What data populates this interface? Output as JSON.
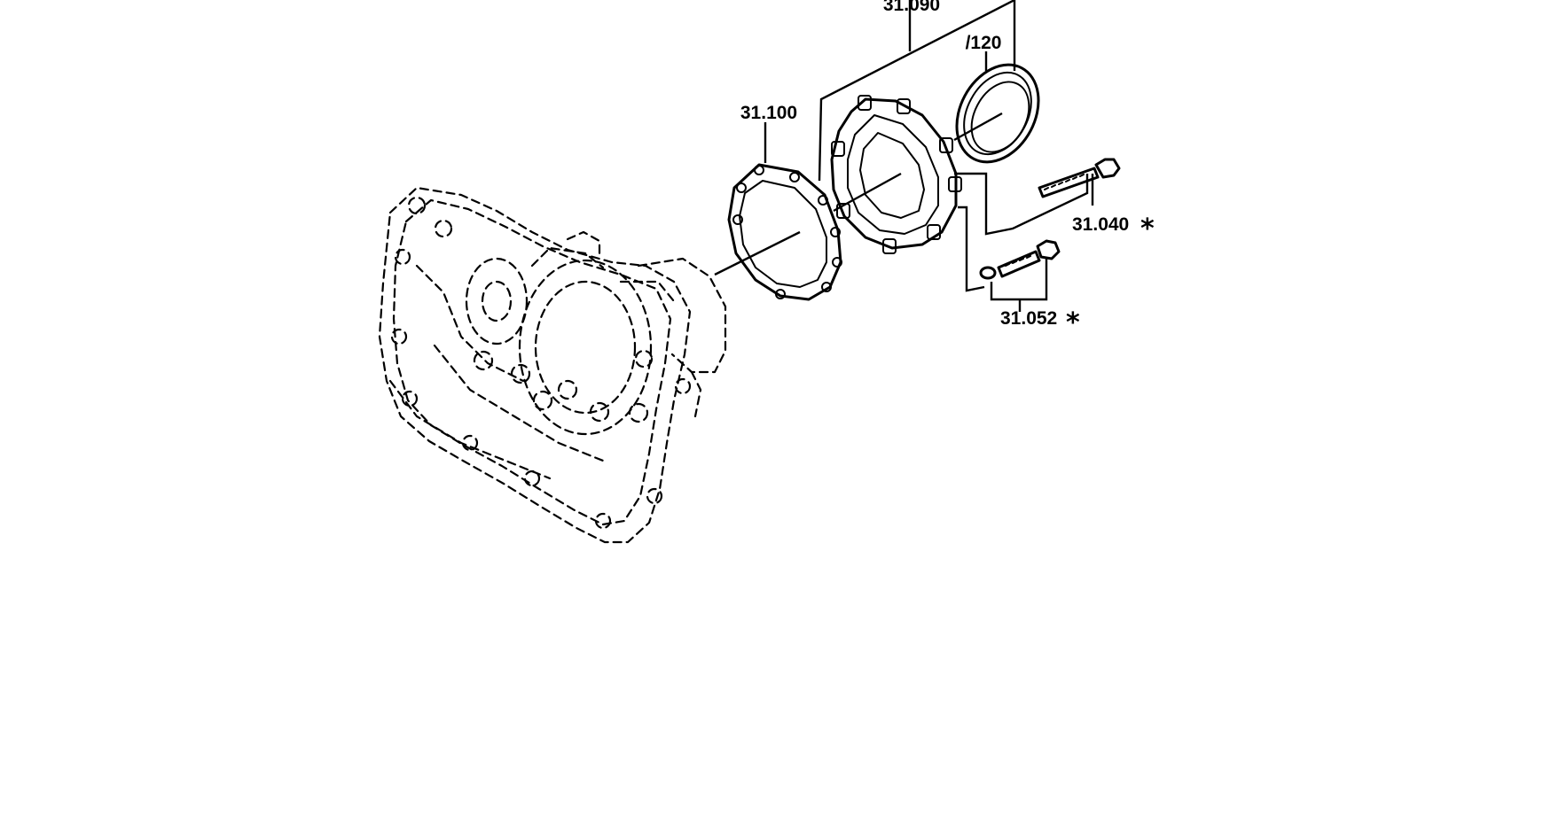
{
  "callouts": {
    "cover_assembly": "31.090",
    "seal_ring": "/120",
    "gasket": "31.100",
    "stud": "31.040",
    "screw": "31.052"
  },
  "markers": {
    "stud_marker": "*",
    "screw_marker": "*"
  }
}
